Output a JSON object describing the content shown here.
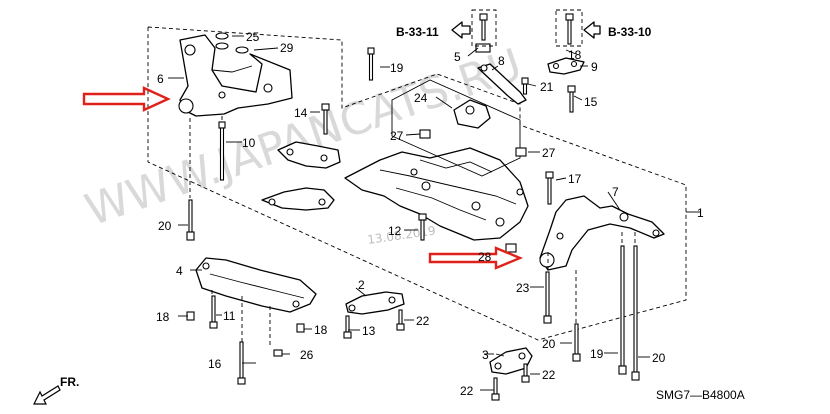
{
  "diagram": {
    "watermark": "WWW.JAPANCATS.RU",
    "stamp": "13.08.2019",
    "diagram_code": "SMG7—B4800A",
    "front_direction": "FR.",
    "references": {
      "left": "B-33-11",
      "right": "B-33-10"
    },
    "callouts": [
      {
        "key": "c1",
        "label": "1"
      },
      {
        "key": "c2",
        "label": "2"
      },
      {
        "key": "c3",
        "label": "3"
      },
      {
        "key": "c4",
        "label": "4"
      },
      {
        "key": "c5",
        "label": "5"
      },
      {
        "key": "c6",
        "label": "6"
      },
      {
        "key": "c7",
        "label": "7"
      },
      {
        "key": "c8",
        "label": "8"
      },
      {
        "key": "c9",
        "label": "9"
      },
      {
        "key": "c10",
        "label": "10"
      },
      {
        "key": "c11",
        "label": "11"
      },
      {
        "key": "c12",
        "label": "12"
      },
      {
        "key": "c13",
        "label": "13"
      },
      {
        "key": "c14",
        "label": "14"
      },
      {
        "key": "c15",
        "label": "15"
      },
      {
        "key": "c16",
        "label": "16"
      },
      {
        "key": "c17",
        "label": "17"
      },
      {
        "key": "c18a",
        "label": "18"
      },
      {
        "key": "c18b",
        "label": "18"
      },
      {
        "key": "c18c",
        "label": "18"
      },
      {
        "key": "c19a",
        "label": "19"
      },
      {
        "key": "c19b",
        "label": "19"
      },
      {
        "key": "c20a",
        "label": "20"
      },
      {
        "key": "c20b",
        "label": "20"
      },
      {
        "key": "c20c",
        "label": "20"
      },
      {
        "key": "c21",
        "label": "21"
      },
      {
        "key": "c22a",
        "label": "22"
      },
      {
        "key": "c22b",
        "label": "22"
      },
      {
        "key": "c22c",
        "label": "22"
      },
      {
        "key": "c23",
        "label": "23"
      },
      {
        "key": "c24",
        "label": "24"
      },
      {
        "key": "c25",
        "label": "25"
      },
      {
        "key": "c26",
        "label": "26"
      },
      {
        "key": "c27a",
        "label": "27"
      },
      {
        "key": "c27b",
        "label": "27"
      },
      {
        "key": "c28",
        "label": "28"
      },
      {
        "key": "c29",
        "label": "29"
      }
    ],
    "highlight_color": "#e0201a"
  }
}
